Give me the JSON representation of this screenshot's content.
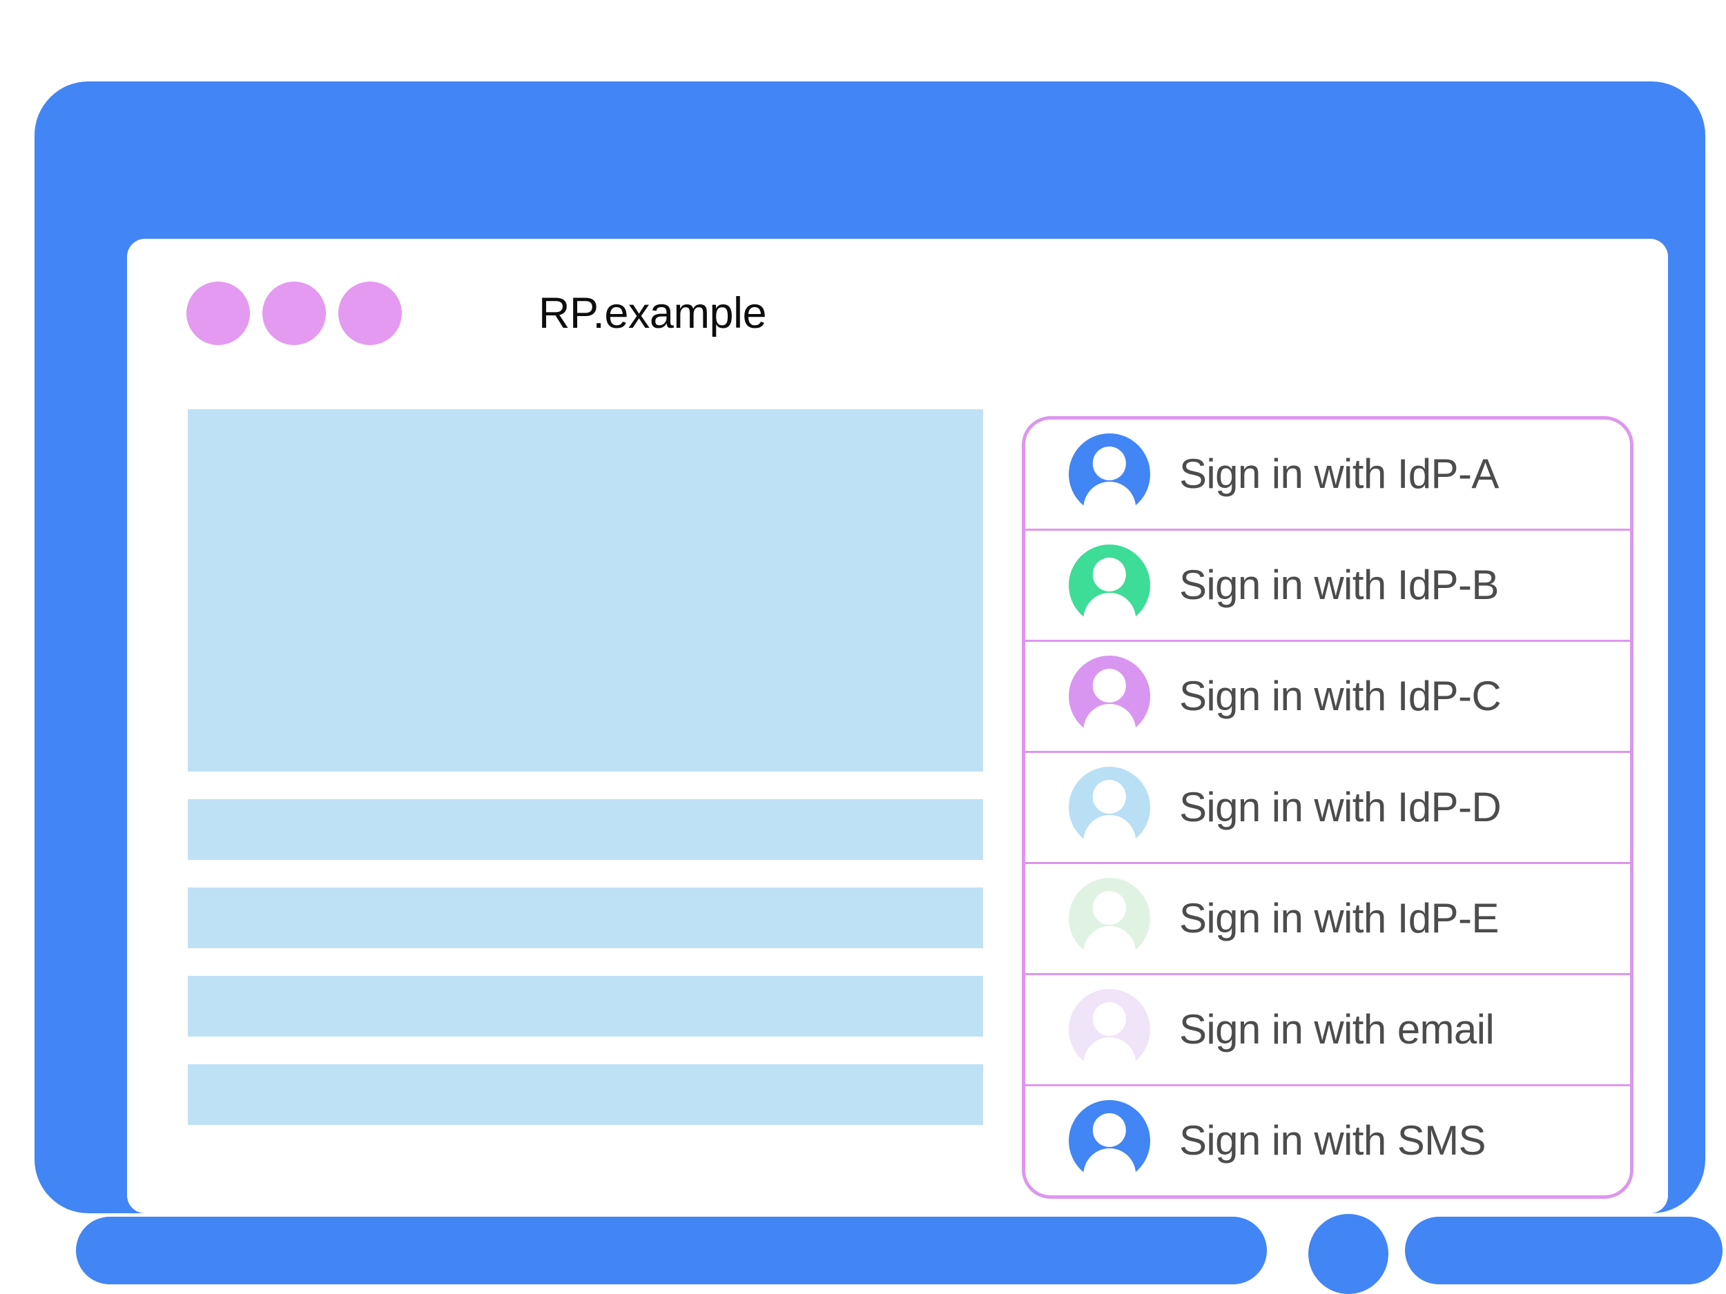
{
  "window": {
    "title": "RP.example",
    "title_color": "#0d0d0d",
    "frame_color": "#4285f4",
    "dots": [
      {
        "name": "window-dot-1",
        "color": "#e39af0"
      },
      {
        "name": "window-dot-2",
        "color": "#e39af0"
      },
      {
        "name": "window-dot-3",
        "color": "#e39af0"
      }
    ]
  },
  "content": {
    "placeholder_color": "#bfe1f6",
    "blocks": [
      {
        "name": "hero-placeholder",
        "kind": "hero"
      },
      {
        "name": "line-placeholder-1",
        "kind": "bar"
      },
      {
        "name": "line-placeholder-2",
        "kind": "bar"
      },
      {
        "name": "line-placeholder-3",
        "kind": "bar"
      },
      {
        "name": "line-placeholder-4",
        "kind": "bar"
      }
    ]
  },
  "signin_panel": {
    "border_color": "#dd96ef",
    "divider_color": "#dd96ef",
    "label_color": "#4c4c4c",
    "items": [
      {
        "label": "Sign in with IdP-A",
        "icon": "avatar-icon",
        "avatar_color": "#4285f4",
        "name": "signin-option-idp-a"
      },
      {
        "label": "Sign in with IdP-B",
        "icon": "avatar-icon",
        "avatar_color": "#3ddc97",
        "name": "signin-option-idp-b"
      },
      {
        "label": "Sign in with IdP-C",
        "icon": "avatar-icon",
        "avatar_color": "#d896f0",
        "name": "signin-option-idp-c"
      },
      {
        "label": "Sign in with IdP-D",
        "icon": "avatar-icon",
        "avatar_color": "#b9dff5",
        "name": "signin-option-idp-d"
      },
      {
        "label": "Sign in with IdP-E",
        "icon": "avatar-icon",
        "avatar_color": "#e0f3e3",
        "name": "signin-option-idp-e"
      },
      {
        "label": "Sign in with email",
        "icon": "avatar-icon",
        "avatar_color": "#f0e4f8",
        "name": "signin-option-email"
      },
      {
        "label": "Sign in with SMS",
        "icon": "avatar-icon",
        "avatar_color": "#4285f4",
        "name": "signin-option-sms"
      }
    ]
  },
  "device": {
    "home_button_label": "home-button"
  }
}
